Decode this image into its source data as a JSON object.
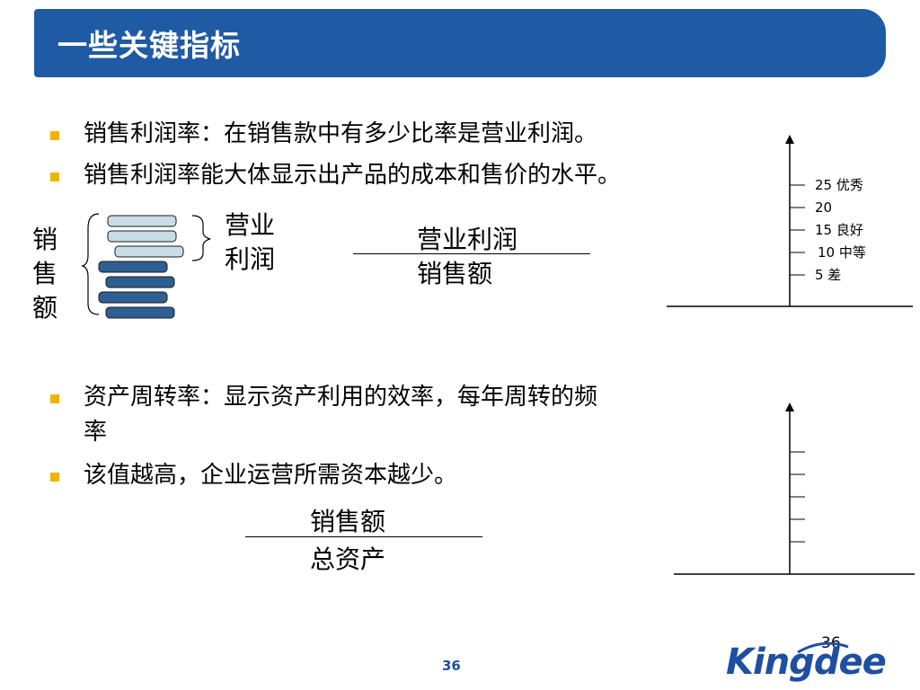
{
  "title": "一些关键指标",
  "bullets": [
    "销售利润率：在销售款中有多少比率是营业利润。",
    "销售利润率能大体显示出产品的成本和售价的水平。",
    "资产周转率：显示资产利用的效率，每年周转的频",
    "率",
    "该值越高，企业运营所需资本越少。"
  ],
  "coin_diagram": {
    "vertical_label": [
      "销",
      "售",
      "额"
    ],
    "brace_label": [
      "营业",
      "利润"
    ]
  },
  "fraction1": {
    "numerator": "营业利润",
    "denominator": "销售额"
  },
  "fraction2": {
    "numerator": "销售额",
    "denominator": "总资产"
  },
  "scale1": [
    "25 优秀",
    "20",
    "15 良好",
    "10 中等",
    "5 差"
  ],
  "page_number": "36",
  "footer_page": "36",
  "logo_text": "Kingdee",
  "colors": {
    "title_bg": "#1f5aa5",
    "bullet": "#f0b400",
    "coin_light": "#c8dde6",
    "coin_dark": "#2f5e92"
  }
}
